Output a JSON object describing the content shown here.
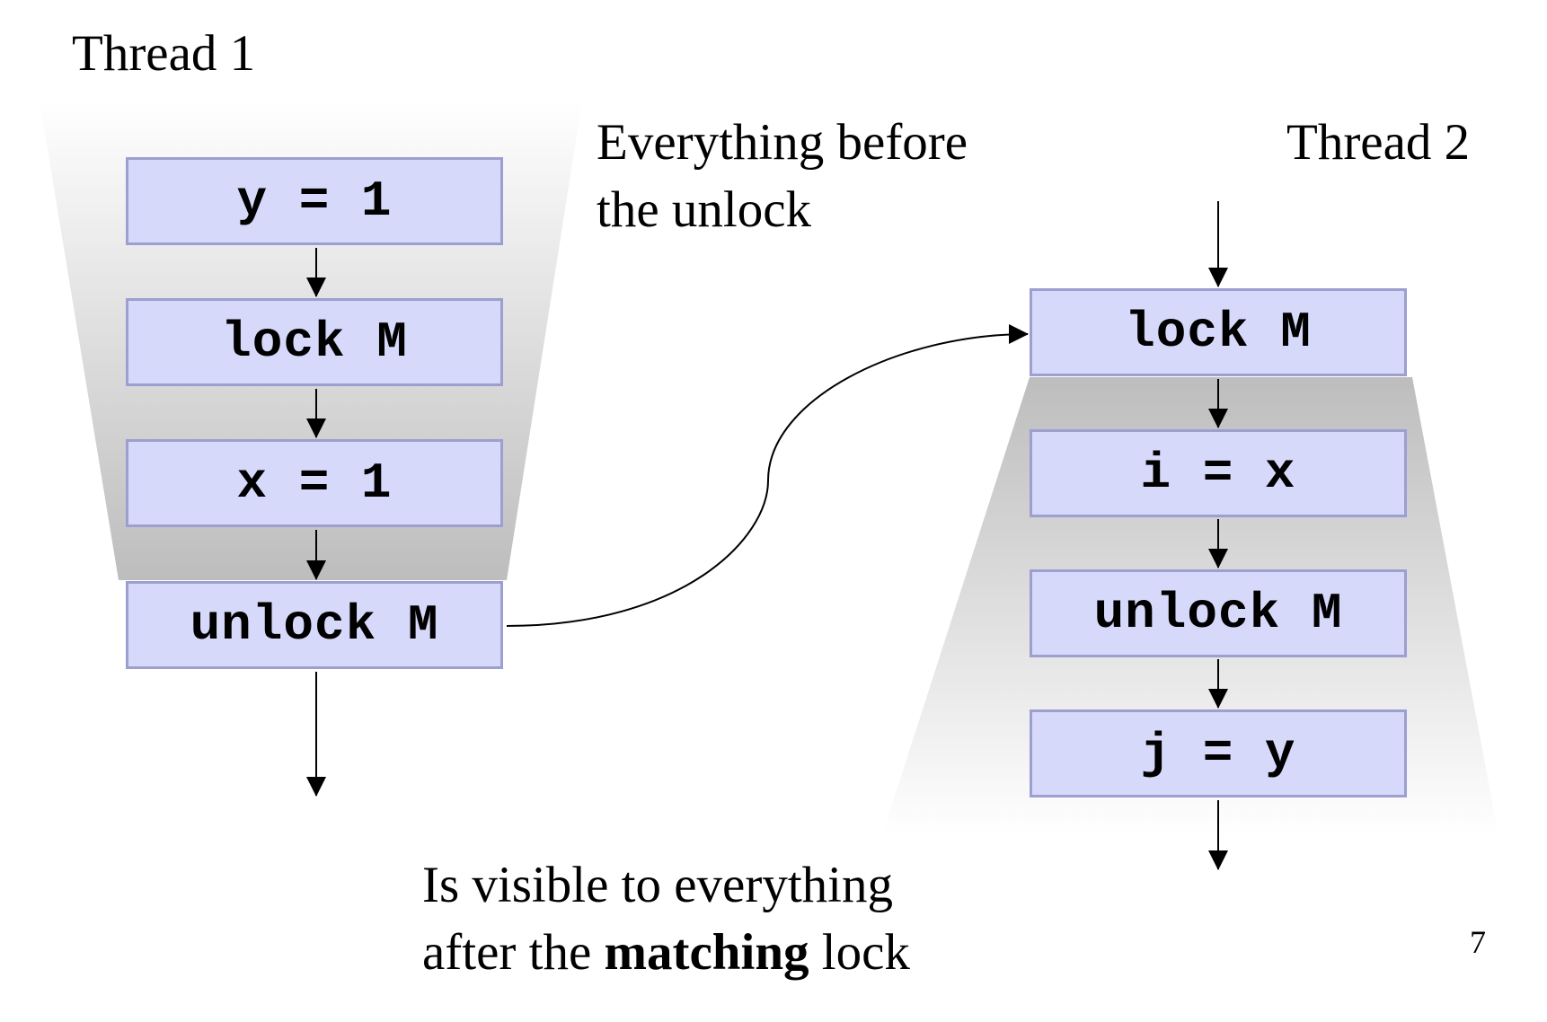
{
  "thread1": {
    "title": "Thread 1",
    "steps": [
      "y = 1",
      "lock M",
      "x = 1",
      "unlock M"
    ]
  },
  "thread2": {
    "title": "Thread 2",
    "steps": [
      "lock M",
      "i = x",
      "unlock M",
      "j = y"
    ]
  },
  "caption_before": {
    "line1": "Everything before",
    "line2": "the unlock"
  },
  "caption_after": {
    "line1": "Is visible to everything",
    "line2_prefix": "after the ",
    "line2_bold": "matching",
    "line2_suffix": " lock"
  },
  "page_number": "7",
  "colors": {
    "box_fill": "#d7d9fb",
    "box_border": "#9c9fcf",
    "shade_dark": "#bdbdbd"
  }
}
